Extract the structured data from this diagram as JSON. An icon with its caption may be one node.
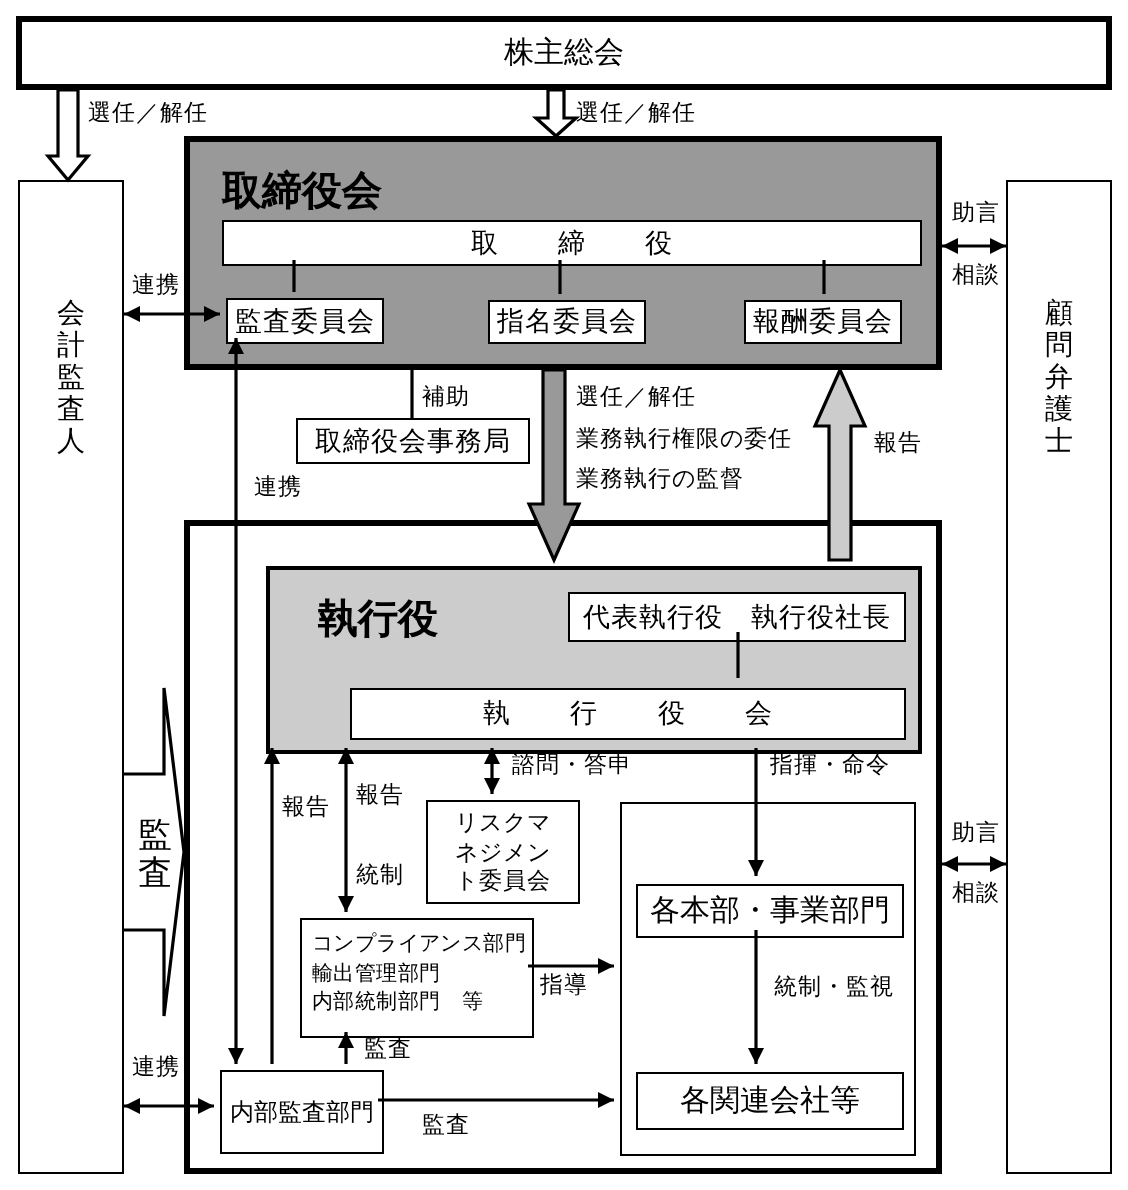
{
  "diagram": {
    "nodes": [
      {
        "text": [
          "株主総会"
        ]
      },
      {
        "text": [
          "会計監査人"
        ]
      },
      {
        "text": [
          "顧問弁護士"
        ]
      },
      {
        "text": [
          "取締役会"
        ]
      },
      {
        "text": [
          "取締役"
        ],
        "in": 3
      },
      {
        "text": [
          "監査委員会"
        ],
        "in": 3
      },
      {
        "text": [
          "指名委員会"
        ],
        "in": 3
      },
      {
        "text": [
          "報酬委員会"
        ],
        "in": 3
      },
      {
        "text": [
          "取締役会事務局"
        ]
      },
      {
        "text": [],
        "shape": "box"
      },
      {
        "text": [
          "執行役"
        ],
        "in": 9
      },
      {
        "text": [
          "代表執行役　執行役社長"
        ],
        "in": 10
      },
      {
        "text": [
          "執行役会"
        ],
        "in": 10
      },
      {
        "text": [
          "リスクマネジメント委員会"
        ],
        "in": 9
      },
      {
        "text": [
          "コンプライアンス部門",
          "輸出管理部門",
          "内部統制部門　等"
        ],
        "in": 9
      },
      {
        "text": [],
        "shape": "box",
        "in": 9
      },
      {
        "text": [
          "各本部・事業部門"
        ],
        "in": 15
      },
      {
        "text": [
          "各関連会社等"
        ],
        "in": 15
      },
      {
        "text": [
          "内部監査部門"
        ],
        "in": 9
      }
    ],
    "edges": [
      {
        "from": 0,
        "to": 1,
        "arrow": "to",
        "label": "選任／解任"
      },
      {
        "from": 0,
        "to": 3,
        "arrow": "to",
        "label": "選任／解任"
      },
      {
        "from": 3,
        "to": 10,
        "arrow": "to",
        "label": "選任／解任",
        "color": "#999999"
      },
      {
        "from": 10,
        "to": 3,
        "arrow": "to",
        "label": "報告",
        "color": "#cccccc"
      },
      {
        "from": 3,
        "to": 2,
        "arrow": "both",
        "label": "助言"
      },
      {
        "from": 1,
        "to": 5,
        "arrow": "both",
        "label": "連携"
      },
      {
        "from": 3,
        "to": 8,
        "arrow": "none",
        "label": "補助"
      },
      {
        "from": 4,
        "to": 5,
        "arrow": "none"
      },
      {
        "from": 4,
        "to": 6,
        "arrow": "none"
      },
      {
        "from": 4,
        "to": 7,
        "arrow": "none"
      },
      {
        "from": 11,
        "to": 12,
        "arrow": "none"
      },
      {
        "from": 18,
        "to": 5,
        "arrow": "both",
        "label": "連携"
      },
      {
        "from": 18,
        "to": 10,
        "arrow": "to",
        "label": "報告"
      },
      {
        "from": 14,
        "to": 10,
        "arrow": "both",
        "label": "報告"
      },
      {
        "from": 10,
        "to": 13,
        "arrow": "both",
        "label": "諮問・答申"
      },
      {
        "from": 10,
        "to": 16,
        "arrow": "to",
        "label": "指揮・命令"
      },
      {
        "from": 14,
        "to": 15,
        "arrow": "to",
        "label": "指導"
      },
      {
        "from": 16,
        "to": 17,
        "arrow": "to",
        "label": "統制・監視"
      },
      {
        "from": 18,
        "to": 14,
        "arrow": "to",
        "label": "監査"
      },
      {
        "from": 18,
        "to": 15,
        "arrow": "to",
        "label": "監査"
      },
      {
        "from": 1,
        "to": 18,
        "arrow": "both",
        "label": "連携"
      },
      {
        "from": 9,
        "to": 2,
        "arrow": "both",
        "label": "助言"
      },
      {
        "from": 1,
        "to": 9,
        "arrow": "to",
        "label": "監査"
      }
    ],
    "labels": [
      "相談",
      "業務執行権限の委任",
      "業務執行の監督",
      "統制",
      "相談"
    ]
  }
}
